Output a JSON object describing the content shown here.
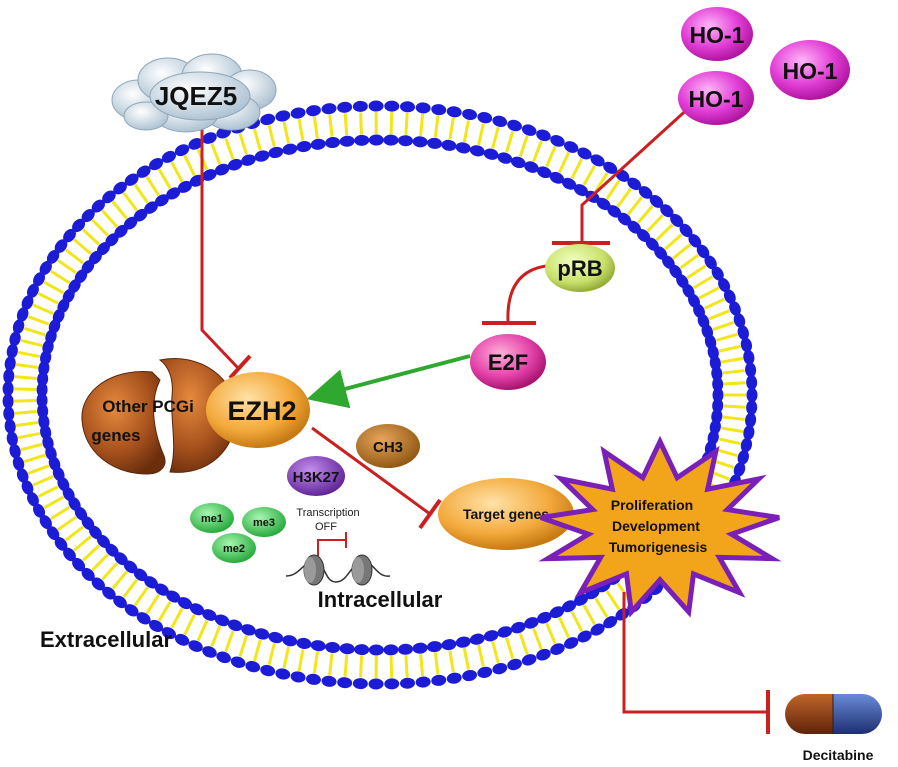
{
  "labels": {
    "jqez5": "JQEZ5",
    "ho1_a": "HO-1",
    "ho1_b": "HO-1",
    "ho1_c": "HO-1",
    "prb": "pRB",
    "e2f": "E2F",
    "ezh2": "EZH2",
    "other_pcgi_line1": "Other PCGi",
    "other_pcgi_line2": "genes",
    "ch3": "CH3",
    "h3k27": "H3K27",
    "me1": "me1",
    "me2": "me2",
    "me3": "me3",
    "transcription_line1": "Transcription",
    "transcription_line2": "OFF",
    "target_genes": "Target genes",
    "outcome_line1": "Proliferation",
    "outcome_line2": "Development",
    "outcome_line3": "Tumorigenesis",
    "intracellular": "Intracellular",
    "extracellular": "Extracellular",
    "decitabine": "Decitabine"
  },
  "colors": {
    "membrane_head": "#1c1cd6",
    "membrane_tail": "#f2e619",
    "inhibition_line": "#cc1f1f",
    "activation_arrow": "#2ea82e",
    "ho1": "#e23fd7",
    "prb": "#c8e06a",
    "e2f": "#e23fa8",
    "ezh2": "#f3a93a",
    "pcgi": "#a9531e",
    "ch3": "#b9761f",
    "h3k27": "#7a2eb8",
    "me_green": "#2fcf4a",
    "target_genes": "#f3a93a",
    "starburst_fill": "#f2a51a",
    "starburst_stroke": "#7a20b8",
    "capsule_left": "#8a3a12",
    "capsule_right": "#2c4a9e"
  },
  "icons": {
    "jqez5": "cloud-icon",
    "decitabine": "capsule-icon",
    "chromatin": "nucleosome-icon"
  }
}
